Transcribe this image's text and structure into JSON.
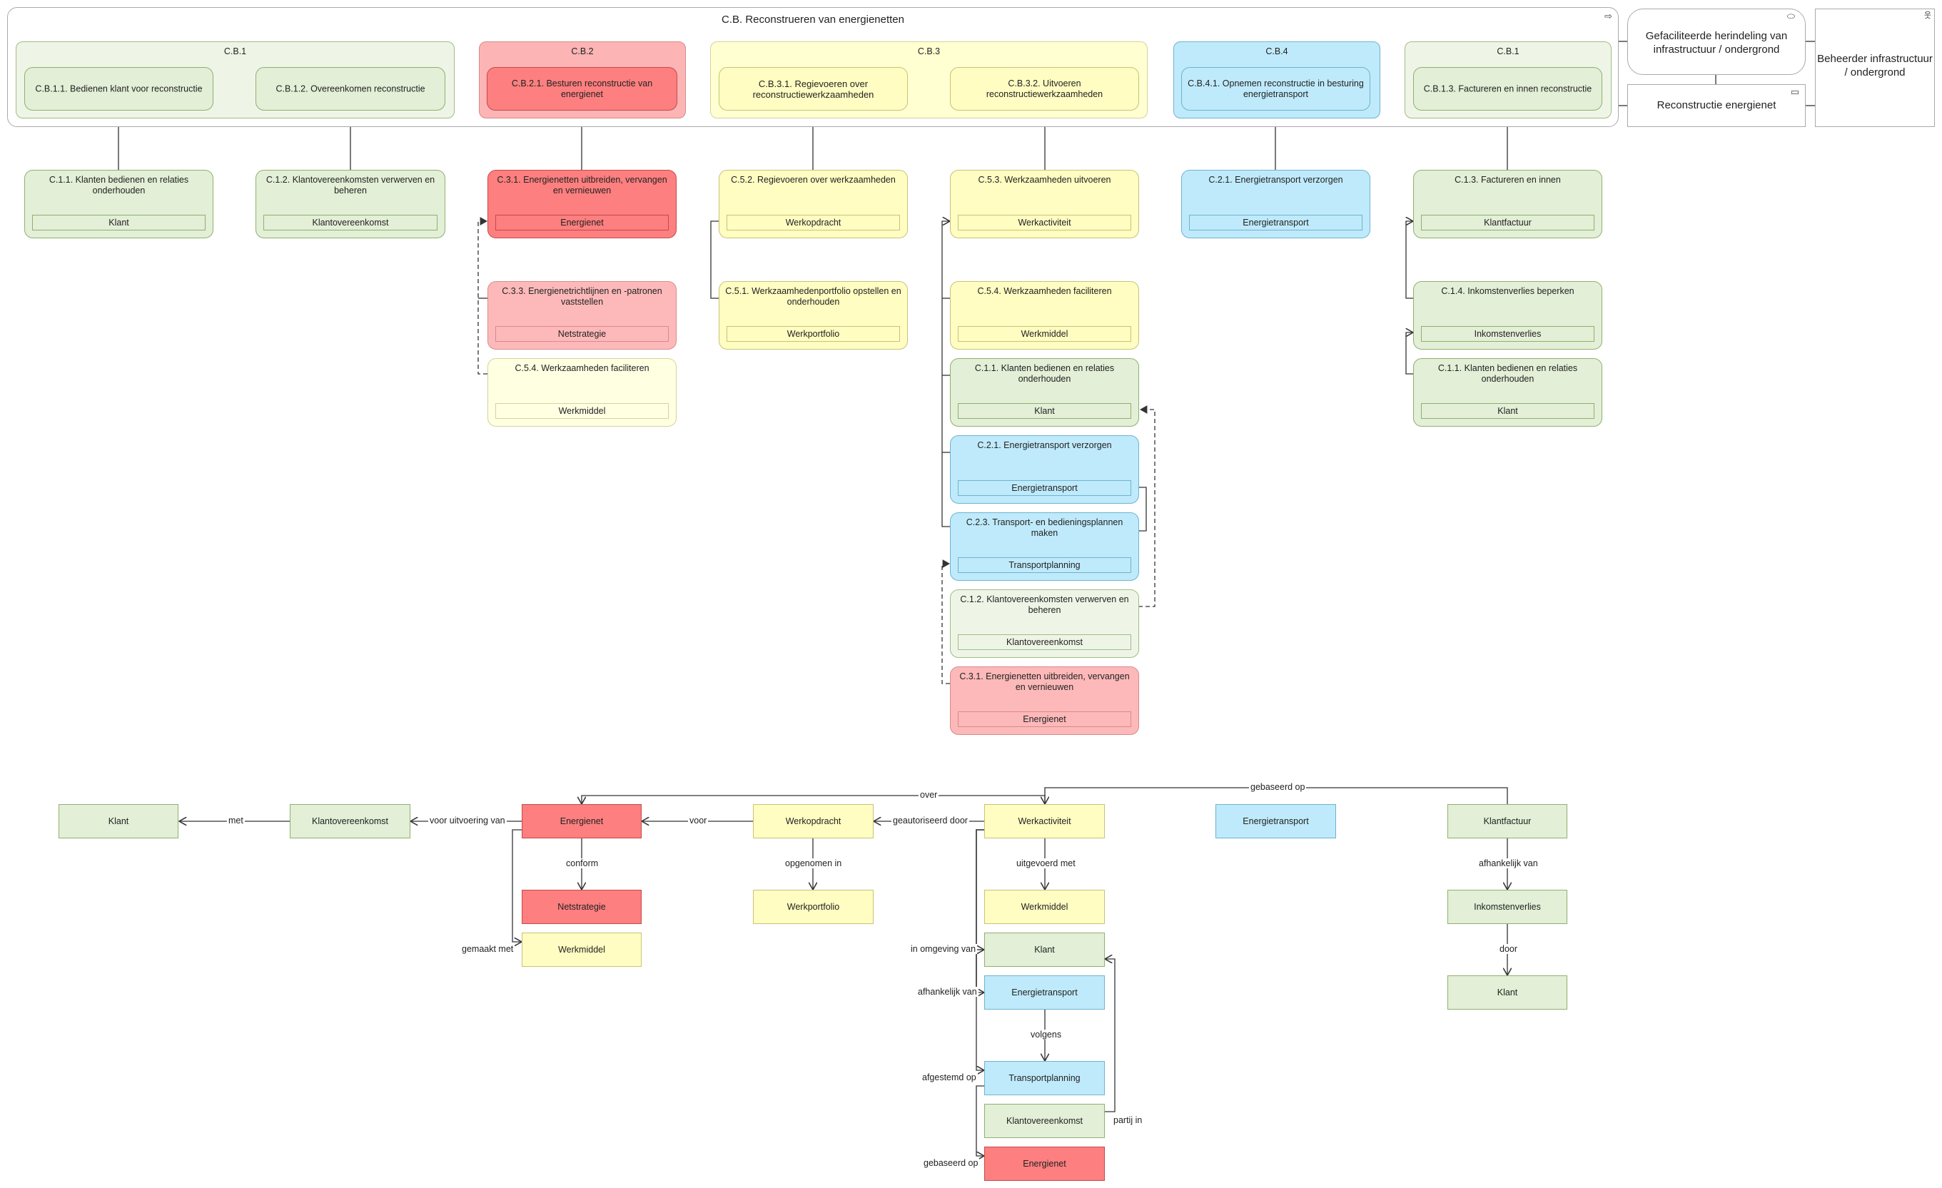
{
  "main_title": "C.B. Reconstrueren van energienetten",
  "service": "Gefaciliteerde herindeling van infrastructuur / ondergrond",
  "function": "Reconstructie energienet",
  "actor": "Beheerder infrastructuur / ondergrond",
  "containers": {
    "c1": "C.B.1",
    "c2": "C.B.2",
    "c3": "C.B.3",
    "c4": "C.B.4",
    "c5": "C.B.1"
  },
  "processes": {
    "p1": "C.B.1.1. Bedienen klant voor reconstructie",
    "p2": "C.B.1.2. Overeenkomen reconstructie",
    "p3": "C.B.2.1. Besturen reconstructie van energienet",
    "p4": "C.B.3.1. Regievoeren over reconstructiewerkzaamheden",
    "p5": "C.B.3.2. Uitvoeren reconstructiewerkzaamheden",
    "p6": "C.B.4.1. Opnemen reconstructie in besturing energietransport",
    "p7": "C.B.1.3. Factureren en innen reconstructie"
  },
  "capabilities": [
    {
      "title": "C.1.1. Klanten bedienen en relaties onderhouden",
      "object": "Klant"
    },
    {
      "title": "C.1.2. Klantovereenkomsten verwerven en beheren",
      "object": "Klantovereenkomst"
    },
    {
      "title": "C.3.1. Energienetten uitbreiden, vervangen en vernieuwen",
      "object": "Energienet"
    },
    {
      "title": "C.3.3. Energienetrichtlijnen en -patronen vaststellen",
      "object": "Netstrategie"
    },
    {
      "title": "C.5.4. Werkzaamheden faciliteren",
      "object": "Werkmiddel"
    },
    {
      "title": "C.5.2. Regievoeren over werkzaamheden",
      "object": "Werkopdracht"
    },
    {
      "title": "C.5.1. Werkzaamhedenportfolio opstellen en onderhouden",
      "object": "Werkportfolio"
    },
    {
      "title": "C.5.3. Werkzaamheden uitvoeren",
      "object": "Werkactiviteit"
    },
    {
      "title": "C.5.4. Werkzaamheden faciliteren",
      "object": "Werkmiddel"
    },
    {
      "title": "C.1.1. Klanten bedienen en relaties onderhouden",
      "object": "Klant"
    },
    {
      "title": "C.2.1. Energietransport verzorgen",
      "object": "Energietransport"
    },
    {
      "title": "C.2.3. Transport- en bedieningsplannen maken",
      "object": "Transportplanning"
    },
    {
      "title": "C.1.2. Klantovereenkomsten verwerven en beheren",
      "object": "Klantovereenkomst"
    },
    {
      "title": "C.3.1. Energienetten uitbreiden, vervangen en vernieuwen",
      "object": "Energienet"
    },
    {
      "title": "C.2.1. Energietransport verzorgen",
      "object": "Energietransport"
    },
    {
      "title": "C.1.3. Factureren en innen",
      "object": "Klantfactuur"
    },
    {
      "title": "C.1.4. Inkomstenverlies beperken",
      "object": "Inkomstenverlies"
    },
    {
      "title": "C.1.1. Klanten bedienen en relaties onderhouden",
      "object": "Klant"
    }
  ],
  "objects": {
    "klant1": "Klant",
    "klantovereenkomst1": "Klantovereenkomst",
    "energienet1": "Energienet",
    "werkopdracht": "Werkopdracht",
    "werkactiviteit": "Werkactiviteit",
    "energietransport1": "Energietransport",
    "klantfactuur": "Klantfactuur",
    "netstrategie": "Netstrategie",
    "werkmiddel1": "Werkmiddel",
    "werkportfolio": "Werkportfolio",
    "werkmiddel2": "Werkmiddel",
    "inkomstenverlies": "Inkomstenverlies",
    "klant2": "Klant",
    "energietransport2": "Energietransport",
    "klant3": "Klant",
    "transportplanning": "Transportplanning",
    "klantovereenkomst2": "Klantovereenkomst",
    "energienet2": "Energienet"
  },
  "relations": {
    "met": "met",
    "voor_uitvoering_van": "voor uitvoering van",
    "voor": "voor",
    "geautoriseerd_door": "geautoriseerd door",
    "over": "over",
    "gebaseerd_op": "gebaseerd op",
    "conform": "conform",
    "gemaakt_met": "gemaakt met",
    "opgenomen_in": "opgenomen in",
    "uitgevoerd_met": "uitgevoerd met",
    "in_omgeving_van": "in omgeving van",
    "afhankelijk_van": "afhankelijk van",
    "volgens": "volgens",
    "afgestemd_op": "afgestemd op",
    "partij_in": "partij in",
    "gebaseerd_op2": "gebaseerd op",
    "afhankelijk_van2": "afhankelijk van",
    "door": "door"
  },
  "colors": {
    "green": "#e3efd6",
    "red": "#fd7f7f",
    "yellow": "#fffdc1",
    "blue": "#bfeafb"
  }
}
